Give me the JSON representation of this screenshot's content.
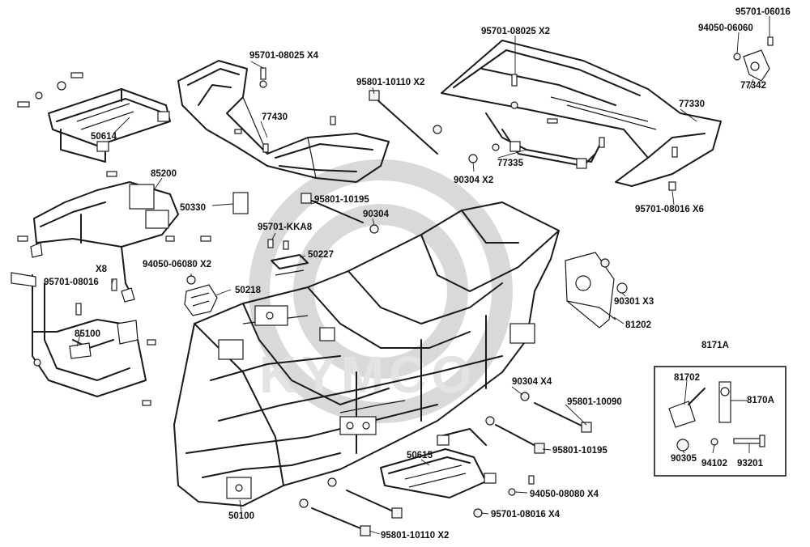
{
  "watermark": "KYMCO",
  "labels": {
    "p95701_06016": "95701-06016",
    "p94050_06060": "94050-06060",
    "p77342": "77342",
    "p95701_08025_x2": "95701-08025 X2",
    "p95701_08025_x4": "95701-08025 X4",
    "p95801_10110_x2_top": "95801-10110 X2",
    "p77330": "77330",
    "p77430": "77430",
    "p50614": "50614",
    "p77335": "77335",
    "p90304_x2": "90304 X2",
    "p95701_08016_x6": "95701-08016 X6",
    "p85200": "85200",
    "p50330": "50330",
    "p95801_10195_top": "95801-10195",
    "p90304": "90304",
    "p95701_kka8": "95701-KKA8",
    "p50227": "50227",
    "p94050_06080_x2": "94050-06080 X2",
    "p50218": "50218",
    "p95701_08016_x8_qty": "X8",
    "p95701_08016_x8": "95701-08016",
    "p90301_x3": "90301 X3",
    "p81202": "81202",
    "p85100": "85100",
    "p8171a": "8171A",
    "p81702": "81702",
    "p8170a": "8170A",
    "p90305": "90305",
    "p94102": "94102",
    "p93201": "93201",
    "p90304_x4": "90304 X4",
    "p95801_10090": "95801-10090",
    "p95801_10195_bottom": "95801-10195",
    "p50615": "50615",
    "p94050_08080_x4": "94050-08080 X4",
    "p95701_08016_x4": "95701-08016 X4",
    "p50100": "50100",
    "p95801_10110_x2_bottom": "95801-10110 X2"
  }
}
